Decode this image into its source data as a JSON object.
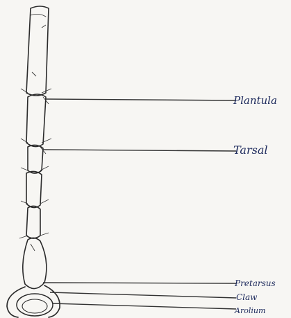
{
  "diagram": {
    "labels": [
      {
        "id": "pulvilli",
        "text": "Plantula"
      },
      {
        "id": "tarsal",
        "text": "Tarsal"
      },
      {
        "id": "pretarsus",
        "text": "Pretarsus"
      },
      {
        "id": "claw",
        "text": "Claw"
      },
      {
        "id": "arolium",
        "text": "Arolium"
      }
    ]
  }
}
